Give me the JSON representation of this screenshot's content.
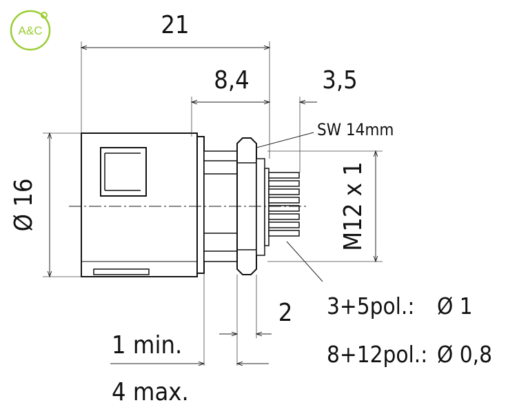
{
  "logo": {
    "text": "A&C",
    "color": "#9acd32"
  },
  "dimensions": {
    "overall_length": "21",
    "body_to_nut": "8,4",
    "contact_length": "3,5",
    "diameter": "Ø 16",
    "wrench": "SW 14mm",
    "thread": "M12 x 1",
    "nut_thickness": "2",
    "panel_min": "1 min.",
    "panel_max": "4 max."
  },
  "pin_notes": [
    {
      "label": "3+5pol.:",
      "value": "Ø 1"
    },
    {
      "label": "8+12pol.:",
      "value": "Ø 0,8"
    }
  ]
}
